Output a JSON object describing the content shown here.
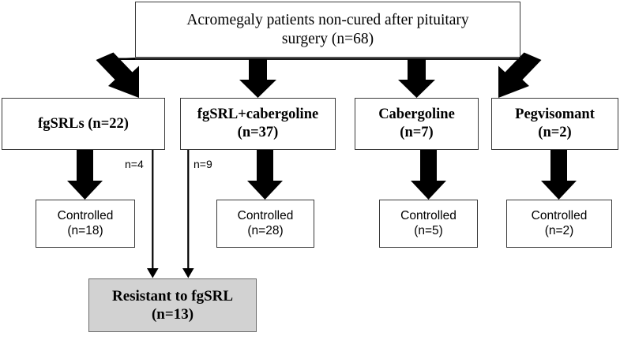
{
  "diagram": {
    "title_text": "Acromegaly patients non-cured after pituitary surgery (n=68)",
    "colors": {
      "box_stroke": "#3a3a3a",
      "terminal_fill": "#d2d2d2",
      "terminal_stroke": "#6b6b6b",
      "arrow_fill": "#000000",
      "background": "#ffffff",
      "text": "#000000"
    },
    "root": {
      "line1": "Acromegaly patients non-cured after pituitary",
      "line2": "surgery (n=68)"
    },
    "treatments": [
      {
        "name": "fgSRLs (n=22)",
        "line1": "fgSRLs (n=22)",
        "line2": ""
      },
      {
        "name": "fgSRL+cabergoline (n=37)",
        "line1": "fgSRL+cabergoline",
        "line2": "(n=37)"
      },
      {
        "name": "Cabergoline (n=7)",
        "line1": "Cabergoline",
        "line2": "(n=7)"
      },
      {
        "name": "Pegvisomant (n=2)",
        "line1": "Pegvisomant",
        "line2": "(n=2)"
      }
    ],
    "outcomes": [
      {
        "line1": "Controlled",
        "line2": "(n=18)"
      },
      {
        "line1": "Controlled",
        "line2": "(n=28)"
      },
      {
        "line1": "Controlled",
        "line2": "(n=5)"
      },
      {
        "line1": "Controlled",
        "line2": "(n=2)"
      }
    ],
    "edge_labels": [
      {
        "text": "n=4"
      },
      {
        "text": "n=9"
      }
    ],
    "terminal": {
      "line1": "Resistant to fgSRL",
      "line2": "(n=13)"
    }
  }
}
